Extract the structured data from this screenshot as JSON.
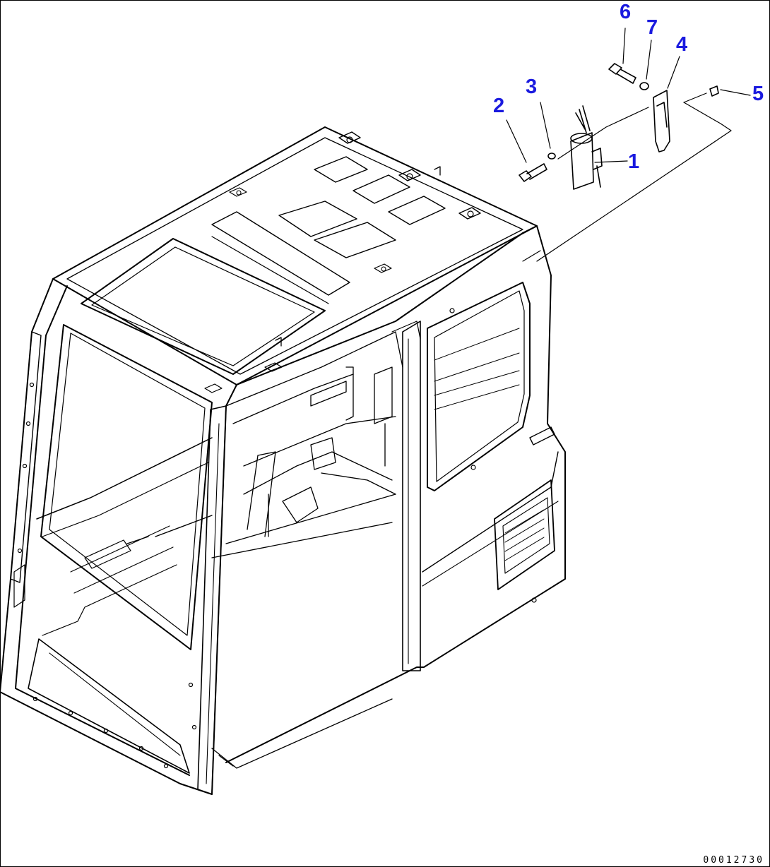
{
  "diagram": {
    "drawing_number": "00012730",
    "callouts": [
      {
        "id": "1",
        "label": "1"
      },
      {
        "id": "2",
        "label": "2"
      },
      {
        "id": "3",
        "label": "3"
      },
      {
        "id": "4",
        "label": "4"
      },
      {
        "id": "5",
        "label": "5"
      },
      {
        "id": "6",
        "label": "6"
      },
      {
        "id": "7",
        "label": "7"
      }
    ]
  },
  "colors": {
    "callout_text": "#1a1adf",
    "line_work": "#000000",
    "background": "#ffffff"
  }
}
